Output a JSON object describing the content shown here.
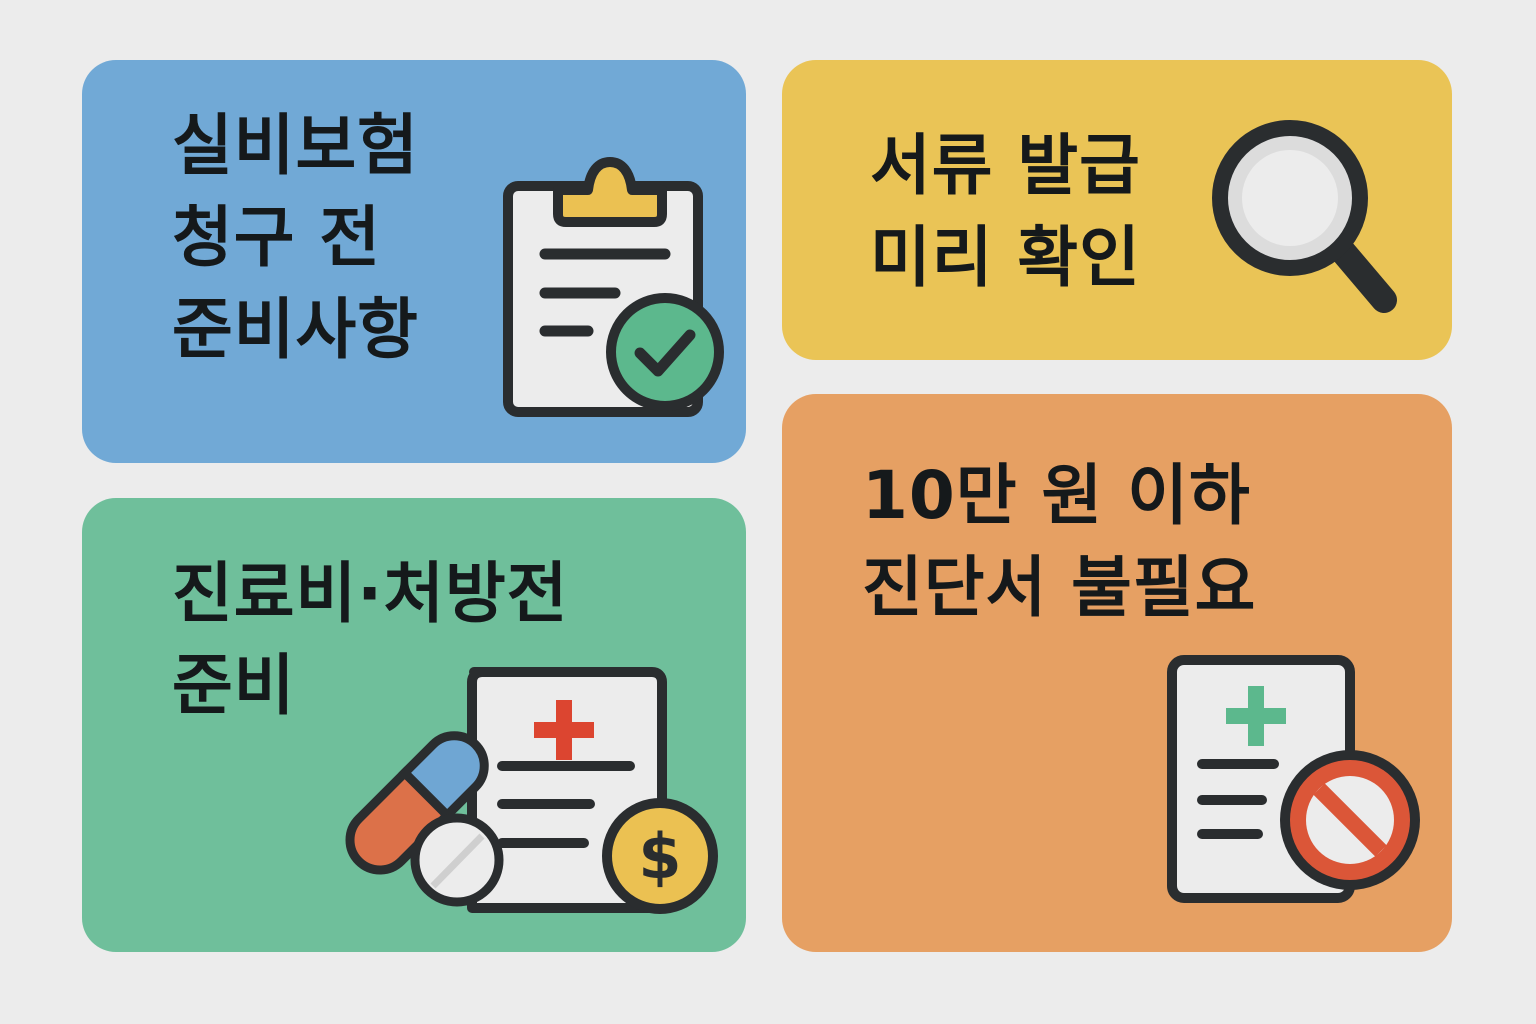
{
  "background": "#ececec",
  "cards": [
    {
      "id": "claim-preparation",
      "color": "#71a9d6",
      "title_lines": [
        "실비보험",
        "청구 전",
        "준비사항"
      ],
      "icon": "clipboard-check-icon"
    },
    {
      "id": "document-check",
      "color": "#eac456",
      "title_lines": [
        "서류 발급",
        "미리 확인"
      ],
      "icon": "magnifying-glass-icon"
    },
    {
      "id": "receipt-prescription",
      "color": "#6fbf9b",
      "title_lines": [
        "진료비·처방전",
        "준비"
      ],
      "icon": "medical-bill-pills-coin-icon"
    },
    {
      "id": "no-diagnosis-needed",
      "color": "#e6a063",
      "title_lines": [
        "10만 원 이하",
        "진단서 불필요"
      ],
      "icon": "medical-document-prohibited-icon"
    }
  ],
  "icon_colors": {
    "outline": "#2a2d2f",
    "paper": "#ececec",
    "check_green": "#5cb88d",
    "clip_yellow": "#ebc152",
    "cross_red": "#dc4530",
    "capsule_blue": "#6fa6d3",
    "capsule_orange": "#dc7149",
    "coin_yellow": "#ebc152",
    "cross_green": "#5cb88d",
    "prohibit_red": "#db5638"
  }
}
